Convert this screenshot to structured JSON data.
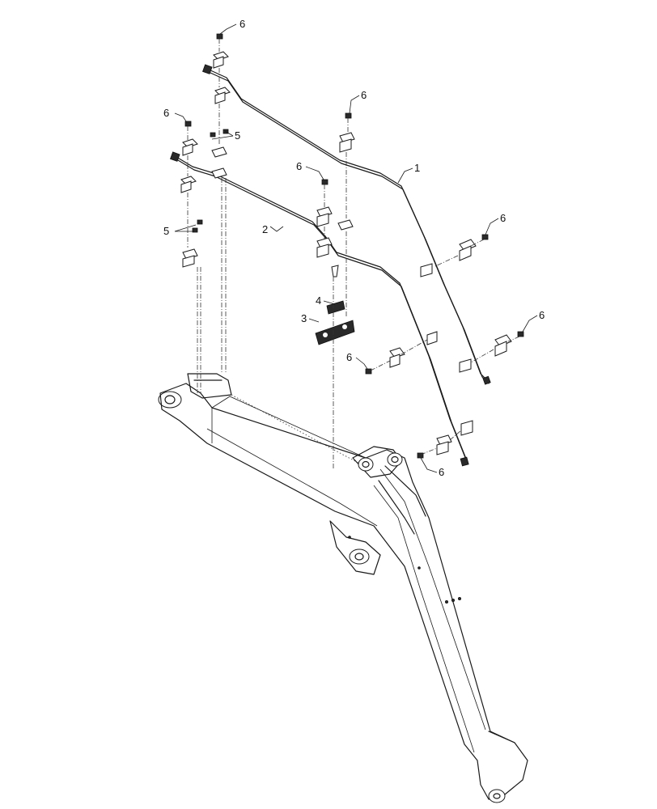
{
  "callouts": [
    {
      "id": "c1",
      "label": "1"
    },
    {
      "id": "c2",
      "label": "2"
    },
    {
      "id": "c3",
      "label": "3"
    },
    {
      "id": "c4",
      "label": "4"
    },
    {
      "id": "c5a",
      "label": "5"
    },
    {
      "id": "c5b",
      "label": "5"
    },
    {
      "id": "c6a",
      "label": "6"
    },
    {
      "id": "c6b",
      "label": "6"
    },
    {
      "id": "c6c",
      "label": "6"
    },
    {
      "id": "c6d",
      "label": "6"
    },
    {
      "id": "c6e",
      "label": "6"
    },
    {
      "id": "c6f",
      "label": "6"
    },
    {
      "id": "c6g",
      "label": "6"
    },
    {
      "id": "c6h",
      "label": "6"
    }
  ]
}
